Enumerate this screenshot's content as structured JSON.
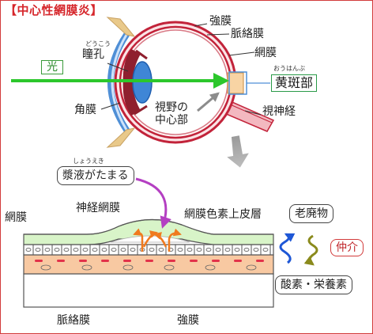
{
  "title": "【中心性網膜炎】",
  "top": {
    "light": "光",
    "pupil": "瞳孔",
    "pupil_reading": "どうこう",
    "cornea": "角膜",
    "sclera": "強膜",
    "choroid": "脈絡膜",
    "retina": "網膜",
    "macula": "黄斑部",
    "macula_reading": "おうはんぶ",
    "optic_nerve": "視神経",
    "visual_center": "視野の\n中心部"
  },
  "bottom": {
    "serous_fluid": "漿液がたまる",
    "serous_reading": "しょうえき",
    "retina": "網膜",
    "neural_retina": "神経網膜",
    "rpe": "網膜色素上皮層",
    "waste": "老廃物",
    "mediate": "仲介",
    "nutrients": "酸素・栄養素",
    "choroid": "脈絡膜",
    "sclera": "強膜"
  },
  "colors": {
    "accent_red": "#d23b3b",
    "light_green": "#2cc72c",
    "eye_red": "#c2233a",
    "blue_ring": "#4f8fd6",
    "arrow_purple": "#b43fc2",
    "arrow_orange": "#f07a1e",
    "nutrient_blue": "#1e57d6",
    "waste_olive": "#8a8a1c"
  }
}
